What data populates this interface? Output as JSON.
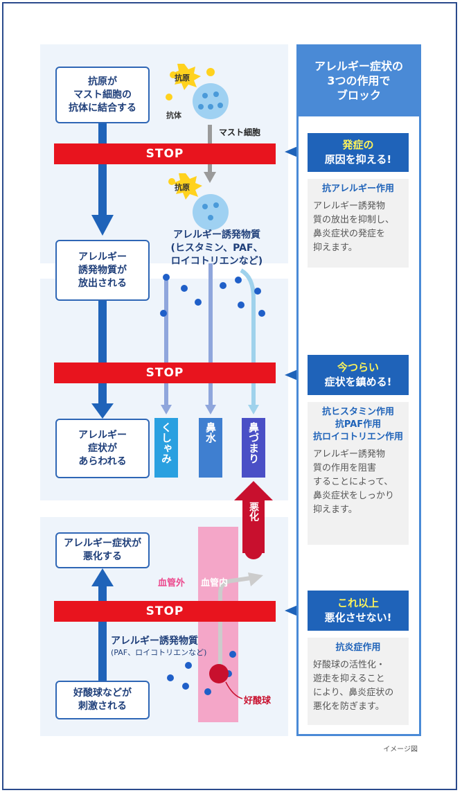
{
  "steps": {
    "s1": "抗原が\nマスト細胞の\n抗体に結合する",
    "s2": "アレルギー\n誘発物質が\n放出される",
    "s3": "アレルギー\n症状が\nあらわれる",
    "s4": "アレルギー症状が\n悪化する",
    "s5": "好酸球などが\n刺激される"
  },
  "stop_label": "STOP",
  "diagram": {
    "antigen_label": "抗原",
    "antibody_label": "抗体",
    "mast_cell_label": "マスト細胞",
    "mediators_label": "アレルギー誘発物質\n(ヒスタミン、PAF、\nロイコトリエンなど)",
    "symptoms": [
      "くしゃみ",
      "鼻水",
      "鼻づまり"
    ],
    "worsen_label": "悪化",
    "outside_vessel_label": "血管外",
    "inside_vessel_label": "血管内",
    "mediators2_title": "アレルギー誘発物質",
    "mediators2_sub": "(PAF、ロイコトリエンなど)",
    "eosinophil_label": "好酸球"
  },
  "sidebar": {
    "header": "アレルギー症状の\n3つの作用で\nブロック",
    "blocks": [
      {
        "callout_hl": "発症の",
        "callout": "原因を抑える",
        "action": "抗アレルギー作用",
        "desc": "アレルギー誘発物\n質の放出を抑制し、\n鼻炎症状の発症を\n抑えます。"
      },
      {
        "callout_hl": "今つらい",
        "callout": "症状を鎮める",
        "action": "抗ヒスタミン作用\n抗PAF作用\n抗ロイコトリエン作用",
        "desc": "アレルギー誘発物\n質の作用を阻害\nすることによって、\n鼻炎症状をしっかり\n抑えます。"
      },
      {
        "callout_hl": "これ以上",
        "callout": "悪化させない",
        "action": "抗炎症作用",
        "desc": "好酸球の活性化・\n遊走を抑えること\nにより、鼻炎症状の\n悪化を防ぎます。"
      }
    ],
    "exclaim": "!"
  },
  "caption": "イメージ図",
  "colors": {
    "stop": "#e8141e",
    "sneeze": "#2aa0e0",
    "runny": "#3f7fd0",
    "stuffy": "#4a4fc6",
    "vessel": "#f4a6c8",
    "worsen": "#c8102e"
  }
}
